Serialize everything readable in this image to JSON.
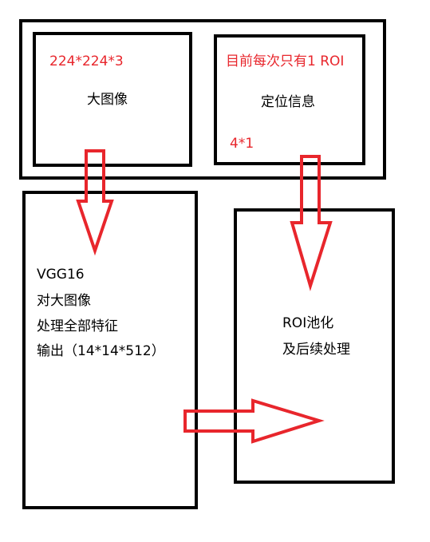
{
  "outer": {
    "image_box": {
      "size_label": "224*224*3",
      "title": "大图像"
    },
    "roi_box": {
      "note": "目前每次只有1 ROI",
      "title": "定位信息",
      "size_label": "4*1"
    }
  },
  "vgg_box": {
    "lines": [
      "VGG16",
      "对大图像",
      "处理全部特征",
      "输出（14*14*512）"
    ]
  },
  "pool_box": {
    "lines": [
      "ROI池化",
      "及后续处理"
    ]
  },
  "colors": {
    "arrow": "#e8262c",
    "border": "#000000",
    "accent_text": "#e8262c"
  }
}
